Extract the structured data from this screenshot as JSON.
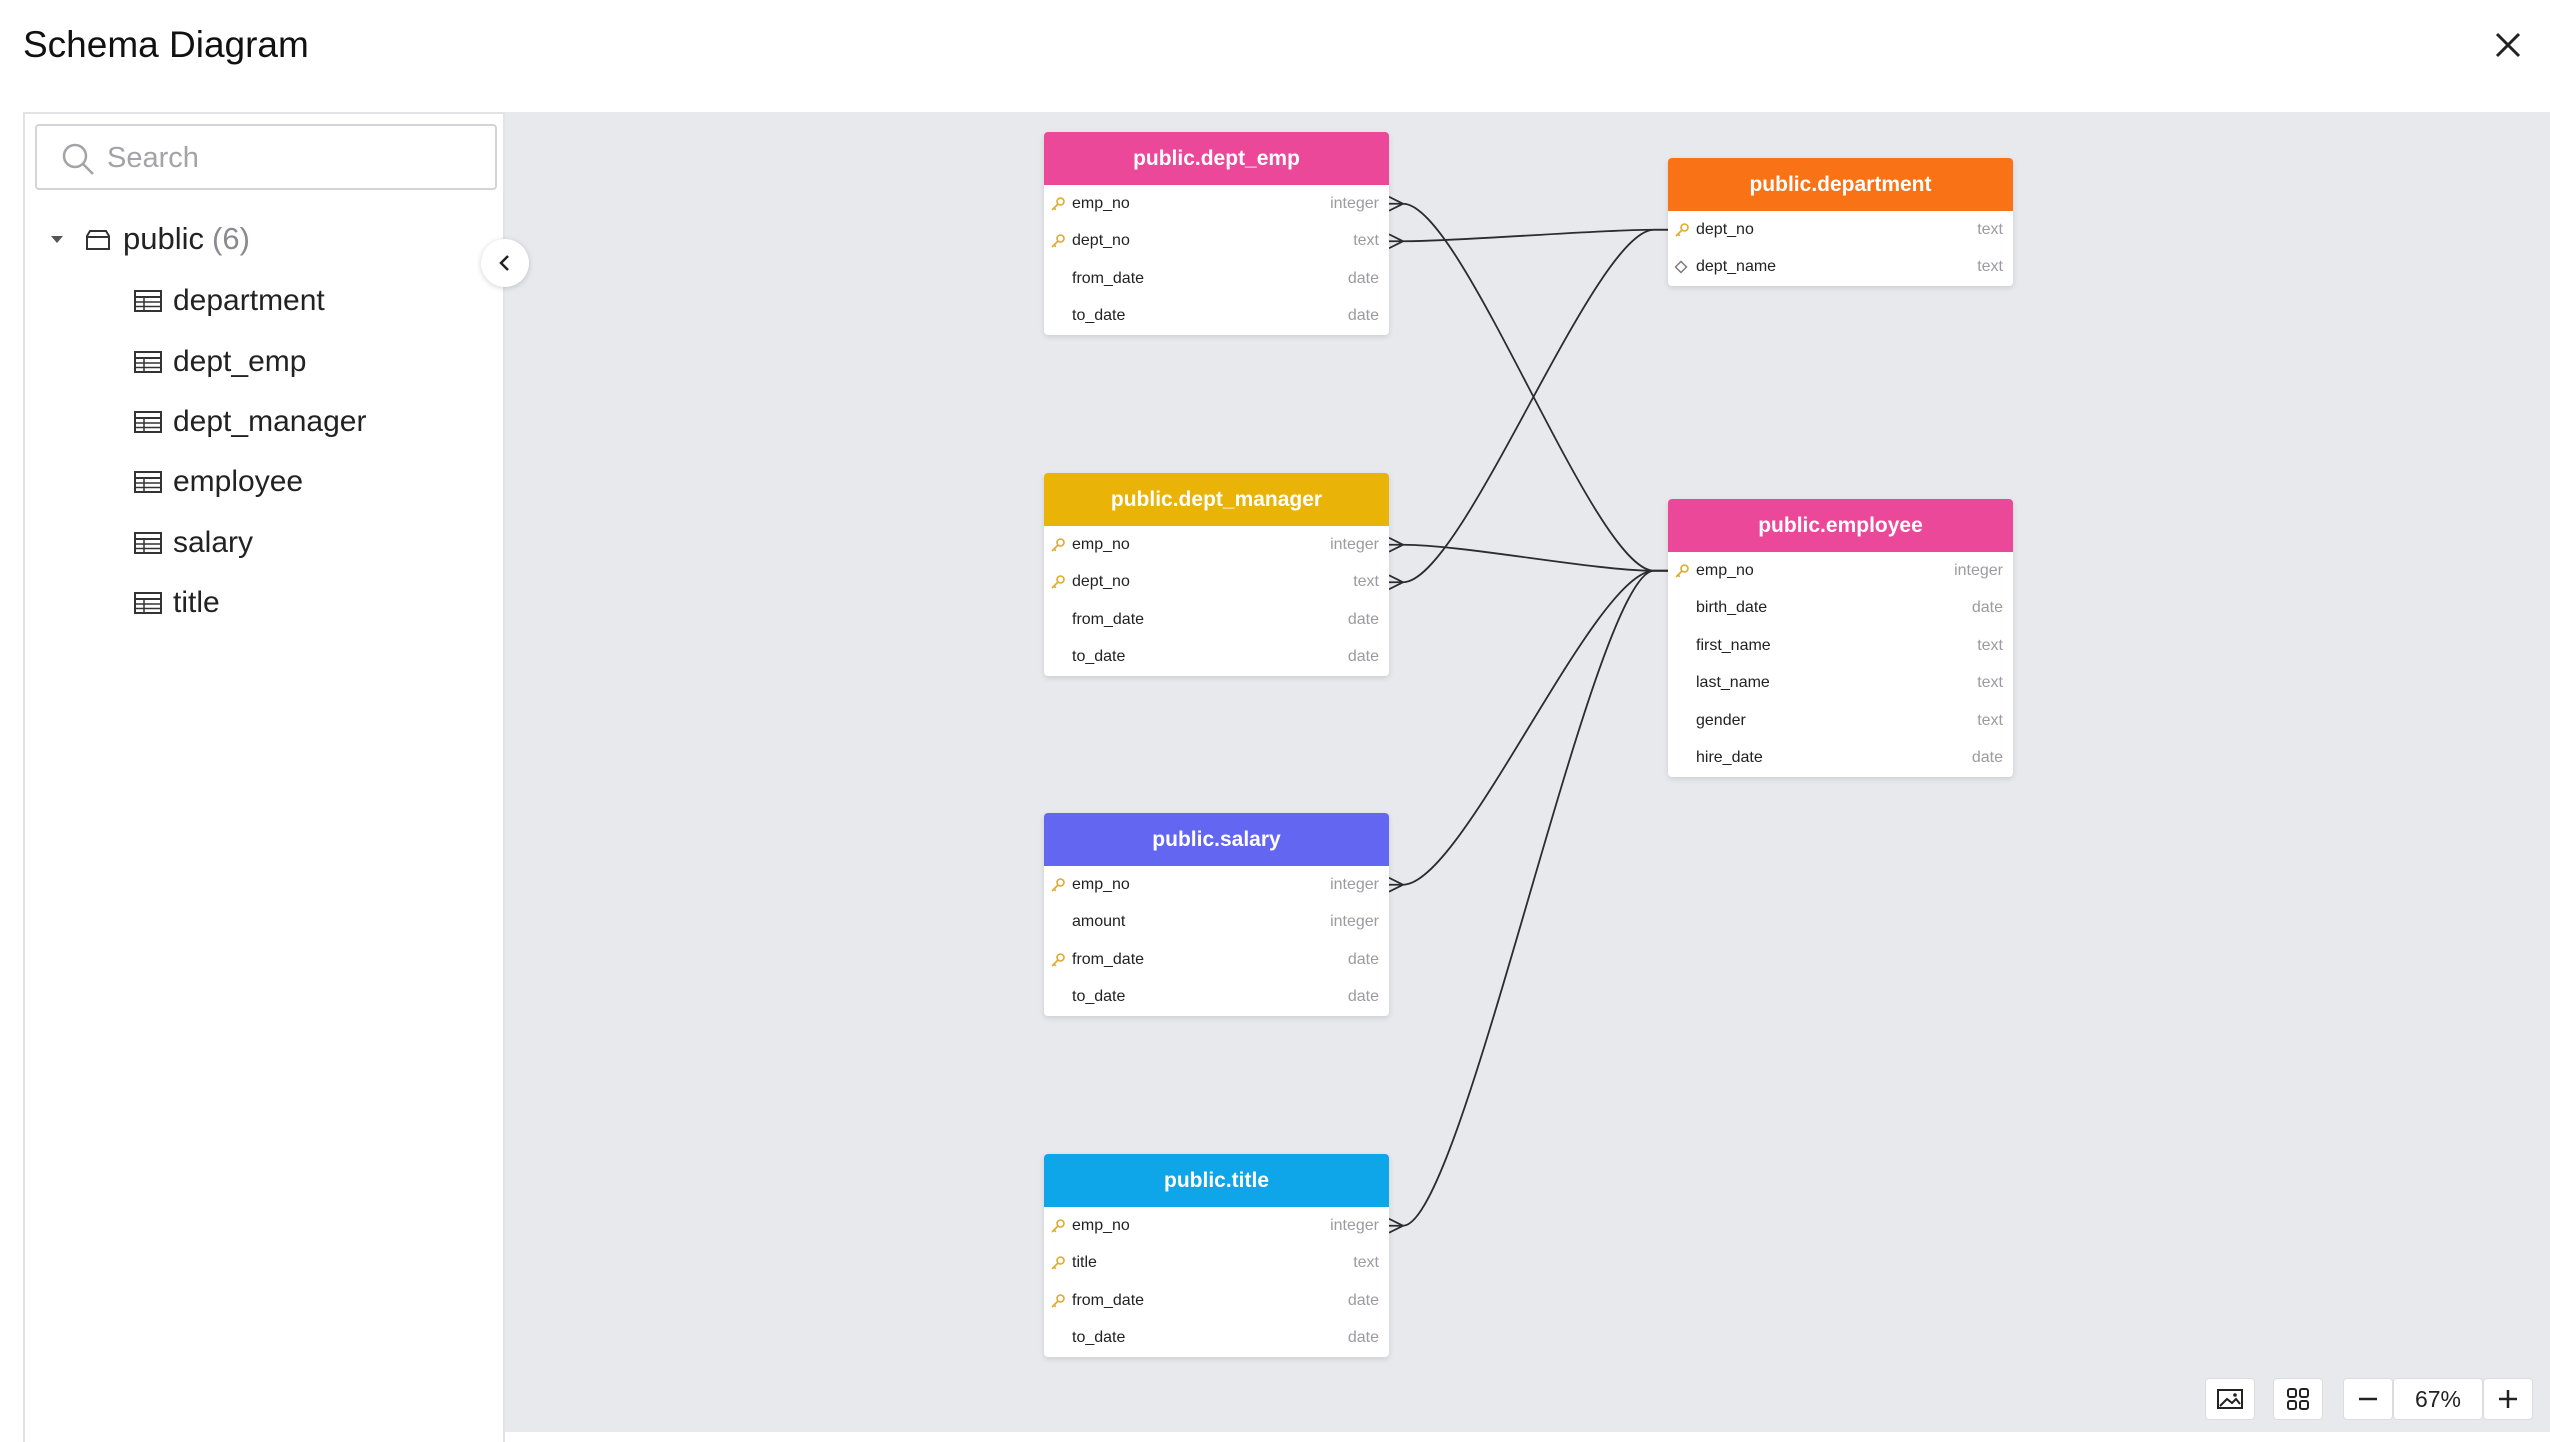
{
  "window": {
    "title": "Schema Diagram"
  },
  "sidebar": {
    "search_placeholder": "Search",
    "schema": {
      "name": "public",
      "count": "(6)"
    },
    "tables": [
      {
        "label": "department"
      },
      {
        "label": "dept_emp"
      },
      {
        "label": "dept_manager"
      },
      {
        "label": "employee"
      },
      {
        "label": "salary"
      },
      {
        "label": "title"
      }
    ]
  },
  "diagram": {
    "tables": [
      {
        "id": "dept_emp",
        "title": "public.dept_emp",
        "color": "#ec4899",
        "columns": [
          {
            "name": "emp_no",
            "type": "integer",
            "key": "primary"
          },
          {
            "name": "dept_no",
            "type": "text",
            "key": "primary"
          },
          {
            "name": "from_date",
            "type": "date",
            "key": ""
          },
          {
            "name": "to_date",
            "type": "date",
            "key": ""
          }
        ]
      },
      {
        "id": "dept_manager",
        "title": "public.dept_manager",
        "color": "#eab308",
        "columns": [
          {
            "name": "emp_no",
            "type": "integer",
            "key": "primary"
          },
          {
            "name": "dept_no",
            "type": "text",
            "key": "primary"
          },
          {
            "name": "from_date",
            "type": "date",
            "key": ""
          },
          {
            "name": "to_date",
            "type": "date",
            "key": ""
          }
        ]
      },
      {
        "id": "salary",
        "title": "public.salary",
        "color": "#6366f1",
        "columns": [
          {
            "name": "emp_no",
            "type": "integer",
            "key": "primary"
          },
          {
            "name": "amount",
            "type": "integer",
            "key": ""
          },
          {
            "name": "from_date",
            "type": "date",
            "key": "primary"
          },
          {
            "name": "to_date",
            "type": "date",
            "key": ""
          }
        ]
      },
      {
        "id": "title",
        "title": "public.title",
        "color": "#0ea5e9",
        "columns": [
          {
            "name": "emp_no",
            "type": "integer",
            "key": "primary"
          },
          {
            "name": "title",
            "type": "text",
            "key": "primary"
          },
          {
            "name": "from_date",
            "type": "date",
            "key": "primary"
          },
          {
            "name": "to_date",
            "type": "date",
            "key": ""
          }
        ]
      },
      {
        "id": "department",
        "title": "public.department",
        "color": "#f97316",
        "columns": [
          {
            "name": "dept_no",
            "type": "text",
            "key": "primary"
          },
          {
            "name": "dept_name",
            "type": "text",
            "key": "unique"
          }
        ]
      },
      {
        "id": "employee",
        "title": "public.employee",
        "color": "#ec4899",
        "columns": [
          {
            "name": "emp_no",
            "type": "integer",
            "key": "primary"
          },
          {
            "name": "birth_date",
            "type": "date",
            "key": ""
          },
          {
            "name": "first_name",
            "type": "text",
            "key": ""
          },
          {
            "name": "last_name",
            "type": "text",
            "key": ""
          },
          {
            "name": "gender",
            "type": "text",
            "key": ""
          },
          {
            "name": "hire_date",
            "type": "date",
            "key": ""
          }
        ]
      }
    ],
    "relations": [
      {
        "from": "dept_emp.emp_no",
        "to": "employee.emp_no"
      },
      {
        "from": "dept_emp.dept_no",
        "to": "department.dept_no"
      },
      {
        "from": "dept_manager.emp_no",
        "to": "employee.emp_no"
      },
      {
        "from": "dept_manager.dept_no",
        "to": "department.dept_no"
      },
      {
        "from": "salary.emp_no",
        "to": "employee.emp_no"
      },
      {
        "from": "title.emp_no",
        "to": "employee.emp_no"
      }
    ]
  },
  "toolbar": {
    "export_image_icon": "image-icon",
    "auto_layout_icon": "grid-icon",
    "zoom_level": "67%"
  }
}
